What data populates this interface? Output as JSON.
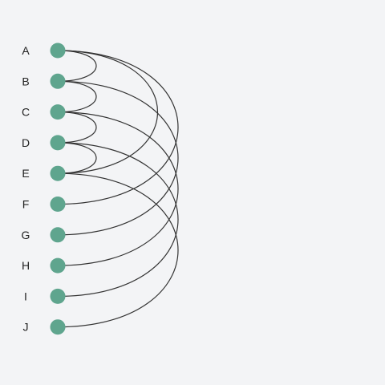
{
  "diagram": {
    "type": "arc-diagram",
    "orientation": "vertical",
    "node_color": "#5fa58e",
    "edge_color": "#333333",
    "background": "#f3f4f6",
    "nodes": [
      "A",
      "B",
      "C",
      "D",
      "E",
      "F",
      "G",
      "H",
      "I",
      "J"
    ],
    "edges": [
      [
        "A",
        "B"
      ],
      [
        "A",
        "E"
      ],
      [
        "A",
        "F"
      ],
      [
        "B",
        "C"
      ],
      [
        "B",
        "G"
      ],
      [
        "C",
        "D"
      ],
      [
        "C",
        "H"
      ],
      [
        "D",
        "E"
      ],
      [
        "D",
        "I"
      ],
      [
        "E",
        "J"
      ]
    ]
  }
}
